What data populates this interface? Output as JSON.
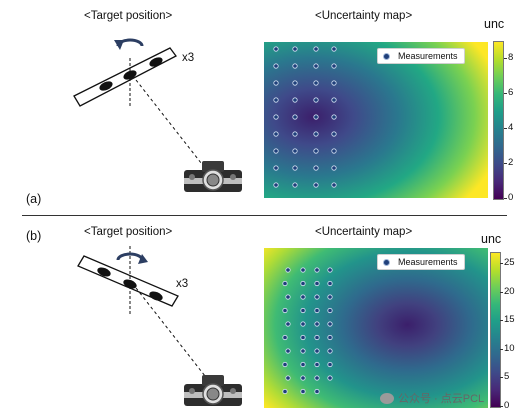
{
  "panels": [
    {
      "label": "(a)",
      "left_title": "<Target position>",
      "right_title": "<Uncertainty map>",
      "rotation_text": "x3",
      "legend_label": "Measurements",
      "colorbar_title": "unc",
      "colorbar_ticks": [
        "8",
        "6",
        "4",
        "2",
        "0"
      ],
      "colorbar_range": [
        0,
        9
      ]
    },
    {
      "label": "(b)",
      "left_title": "<Target position>",
      "right_title": "<Uncertainty map>",
      "rotation_text": "x3",
      "legend_label": "Measurements",
      "colorbar_title": "unc",
      "colorbar_ticks": [
        "25",
        "20",
        "15",
        "10",
        "5",
        "0"
      ],
      "colorbar_range": [
        0,
        27
      ]
    }
  ],
  "colormap": "viridis",
  "watermark": "公众号 · 点云PCL"
}
